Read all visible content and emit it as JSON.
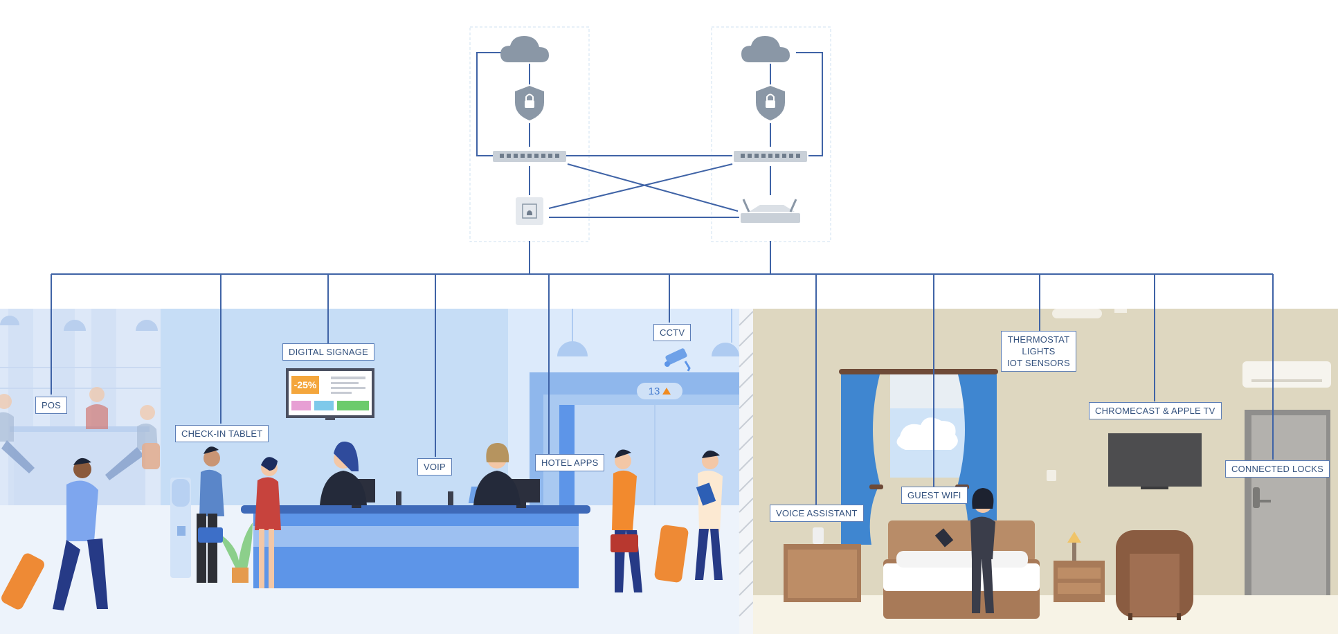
{
  "labels": {
    "pos": "POS",
    "checkin_tablet": "CHECK-IN TABLET",
    "digital_signage": "DIGITAL SIGNAGE",
    "voip": "VOIP",
    "hotel_apps": "HOTEL APPS",
    "cctv": "CCTV",
    "voice_assistant": "VOICE ASSISTANT",
    "guest_wifi": "GUEST WIFI",
    "thermostat": [
      "THERMOSTAT",
      "LIGHTS",
      "IOT SENSORS"
    ],
    "chromecast": "CHROMECAST & APPLE TV",
    "connected_locks": "CONNECTED LOCKS"
  },
  "signage_discount": "-25%",
  "elevator_floor": "13",
  "colors": {
    "link_line": "#3f63a6",
    "device_gray": "#8a97a6",
    "lobby_blue": "#c6ddf6",
    "counter_blue": "#5d95e8",
    "room_wall": "#ded7c0",
    "room_floor": "#f7f3e6",
    "curtain_blue": "#3f86d0",
    "wood_brown": "#a87a58",
    "accent_orange": "#f08a1e"
  },
  "icons": [
    "cloud-icon",
    "shield-lock-icon",
    "network-switch-icon",
    "access-point-icon",
    "router-icon",
    "security-camera-icon"
  ]
}
